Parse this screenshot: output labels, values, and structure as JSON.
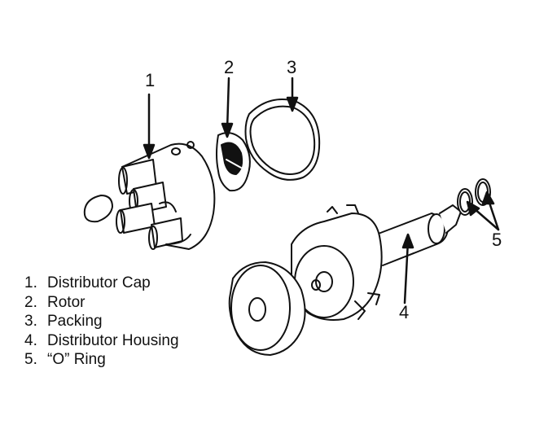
{
  "callouts": [
    {
      "id": "1",
      "label": "1"
    },
    {
      "id": "2",
      "label": "2"
    },
    {
      "id": "3",
      "label": "3"
    },
    {
      "id": "4",
      "label": "4"
    },
    {
      "id": "5",
      "label": "5"
    }
  ],
  "legend": [
    {
      "num": "1.",
      "text": "Distributor Cap"
    },
    {
      "num": "2.",
      "text": "Rotor"
    },
    {
      "num": "3.",
      "text": "Packing"
    },
    {
      "num": "4.",
      "text": "Distributor Housing"
    },
    {
      "num": "5.",
      "text": "“O” Ring"
    }
  ],
  "colors": {
    "ink": "#111111",
    "paper": "#ffffff"
  }
}
